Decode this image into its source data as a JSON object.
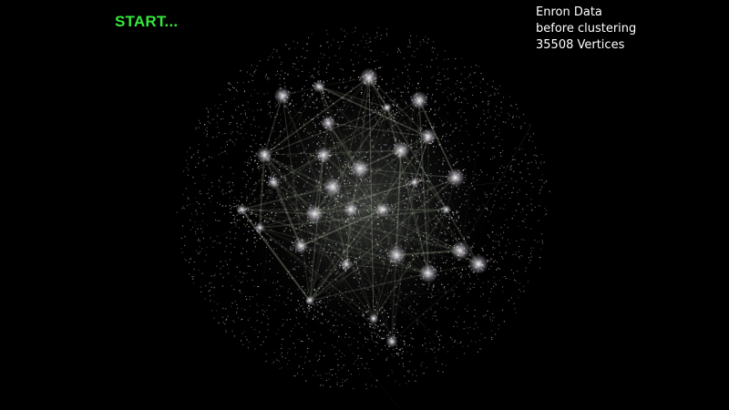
{
  "status_text": "START...",
  "info": {
    "line1": "Enron Data",
    "line2": "before clustering",
    "line3": "35508 Vertices"
  },
  "colors": {
    "background": "#000000",
    "status_text": "#34e83a",
    "info_text": "#ffffff",
    "edge": "#c8d2b4",
    "node_palette": [
      "#b9a3c8",
      "#a9c6b0",
      "#d2c2cf",
      "#9fb6c9",
      "#c8b8a0",
      "#e0e0e0"
    ]
  }
}
